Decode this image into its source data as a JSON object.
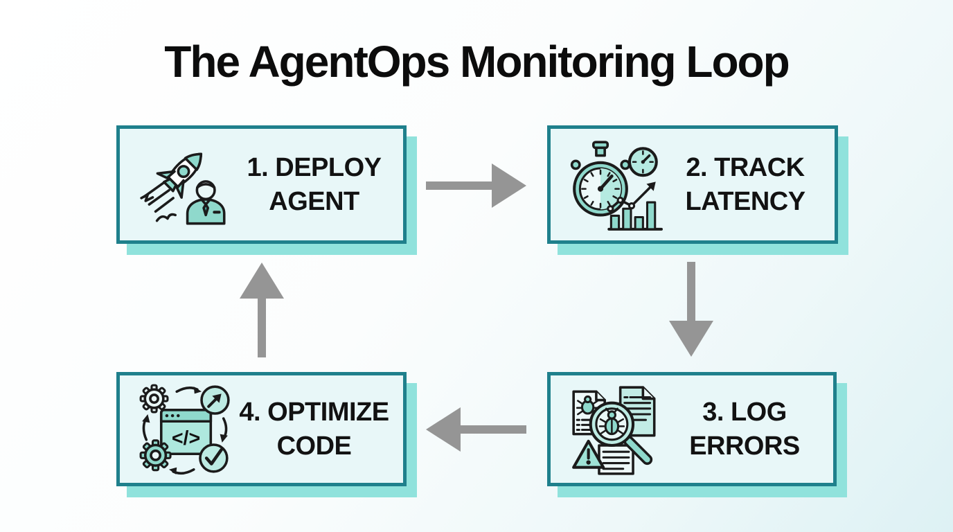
{
  "title": "The AgentOps Monitoring Loop",
  "steps": [
    {
      "id": "deploy-agent",
      "line1": "1. DEPLOY",
      "line2": "AGENT",
      "icon": "rocket-launch-icon"
    },
    {
      "id": "track-latency",
      "line1": "2. TRACK",
      "line2": "LATENCY",
      "icon": "stopwatch-chart-icon"
    },
    {
      "id": "log-errors",
      "line1": "3. LOG",
      "line2": "ERRORS",
      "icon": "bug-magnifier-docs-icon"
    },
    {
      "id": "optimize-code",
      "line1": "4. OPTIMIZE",
      "line2": "CODE",
      "icon": "gears-code-window-icon"
    }
  ],
  "arrows": [
    {
      "from": "deploy-agent",
      "to": "track-latency",
      "direction": "right"
    },
    {
      "from": "track-latency",
      "to": "log-errors",
      "direction": "down"
    },
    {
      "from": "log-errors",
      "to": "optimize-code",
      "direction": "left"
    },
    {
      "from": "optimize-code",
      "to": "deploy-agent",
      "direction": "up"
    }
  ],
  "icon_glyphs": {
    "code": "</>",
    "warning": "!"
  },
  "colors": {
    "box_border": "#1f808c",
    "box_fill": "#e8f7f8",
    "box_shadow": "#90e2dc",
    "arrow_gray": "#959595",
    "icon_teal": "#8fd9cc",
    "icon_teal_light": "#bdebe3",
    "icon_stroke": "#1b1b1b",
    "title_text": "#0c0c0c",
    "background_end": "#ddf1f4"
  }
}
